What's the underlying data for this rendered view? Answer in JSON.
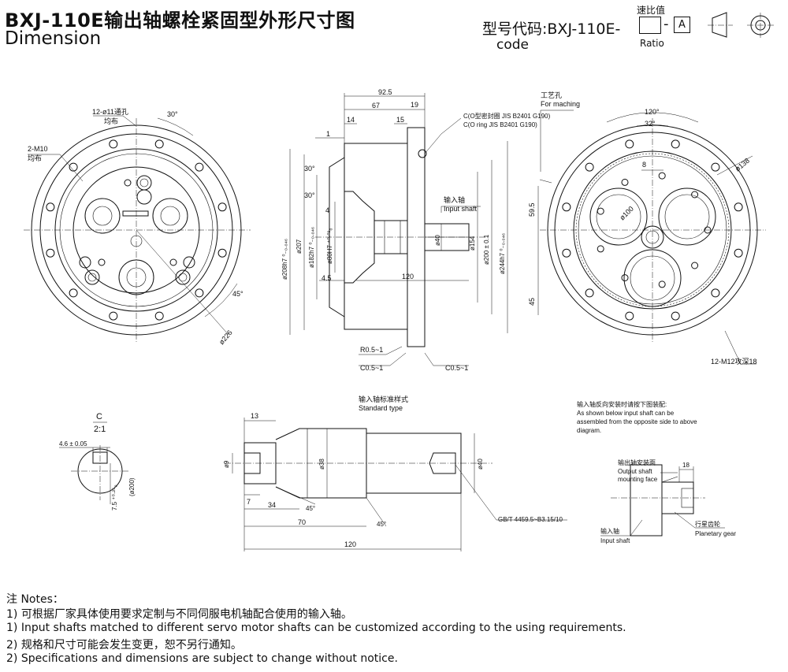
{
  "header": {
    "title_cn": "BXJ-110E输出轴螺栓紧固型外形尺寸图",
    "title_en": "Dimension",
    "model_label_cn": "型号代码:BXJ-110E-",
    "model_label_en": "code",
    "ratio_label_cn": "速比值",
    "ratio_label_en": "Ratio",
    "dash": "-",
    "suffix_letter": "A"
  },
  "front_view": {
    "hole_note_cn": "12-ø11通孔",
    "hole_note_cn2": "均布",
    "angle_top": "30°",
    "thread_note": "2-M10",
    "thread_note_cn": "均布",
    "angle_side": "45°",
    "dia_226": "ø226"
  },
  "side_view": {
    "dim_925": "92.5",
    "dim_67": "67",
    "dim_19": "19",
    "dim_14": "14",
    "dim_15": "15",
    "dim_1": "1",
    "dim_4": "4",
    "dim_45": "4.5",
    "dim_120": "120",
    "angle_30a": "30°",
    "angle_30b": "30°",
    "oring_cn": "C(O型密封圈 JIS B2401 G190)",
    "oring_en": "C(O ring JIS B2401 G190)",
    "input_cn": "输入轴",
    "input_en": "Input shaft",
    "d208": "ø208h7 ⁰₋₀.₀₄₆",
    "d207": "ø207",
    "d182": "ø182h7 ⁰₋₀.₀₄₆",
    "d80": "ø80H7 ⁺⁰·⁰³₀",
    "d40": "ø40",
    "d154": "ø154",
    "d200": "ø200 ± 0.1",
    "d244": "ø244h7 ⁰₋₀.₀₄₆",
    "r05": "R0.5~1",
    "c05a": "C0.5~1",
    "c05b": "C0.5~1"
  },
  "back_view": {
    "craft_cn": "工艺孔",
    "craft_en": "For maching",
    "angle_120": "120°",
    "angle_32": "32°",
    "dim_8": "8",
    "d100": "ø100",
    "d138": "ø138",
    "dim_595": "59.5",
    "dim_45": "45",
    "thread_note": "12-M12攻深18"
  },
  "detail_c": {
    "label": "C",
    "scale": "2:1",
    "dim_46": "4.6 ± 0.05",
    "dim_75": "7.5 ⁺⁰·²⁵₀",
    "d200": "(ø200)"
  },
  "shaft_view": {
    "title_cn": "输入轴标准样式",
    "title_en": "Standard type",
    "dim_13": "13",
    "dim_34": "34",
    "dim_7": "7",
    "dim_70": "70",
    "dim_120": "120",
    "d9": "ø9",
    "d38": "ø38",
    "d40": "ø40",
    "angle_45a": "45°",
    "angle_45b": "45°",
    "standard": "GB/T 4459.5~B3.15/10"
  },
  "reverse_note": {
    "cn": "输入轴反向安装时请按下图装配:",
    "en1": "As shown below input shaft can be",
    "en2": "assembled from the opposite side to above",
    "en3": "diagram.",
    "mount_cn": "输出轴安装面",
    "mount_en1": "Output shaft",
    "mount_en2": "mounting face",
    "dim_18": "18",
    "gear_cn": "行星齿轮",
    "gear_en": "Planetary gear",
    "input_cn": "输入轴",
    "input_en": "Input shaft"
  },
  "notes": {
    "heading": "注 Notes：",
    "n1_cn": "1) 可根据厂家具体使用要求定制与不同伺服电机轴配合使用的输入轴。",
    "n1_en": "1) Input shafts matched to different servo motor shafts can be customized according to the using requirements.",
    "n2_cn": "2) 规格和尺寸可能会发生变更，恕不另行通知。",
    "n2_en": "2) Specifications and dimensions are subject to change without notice."
  }
}
